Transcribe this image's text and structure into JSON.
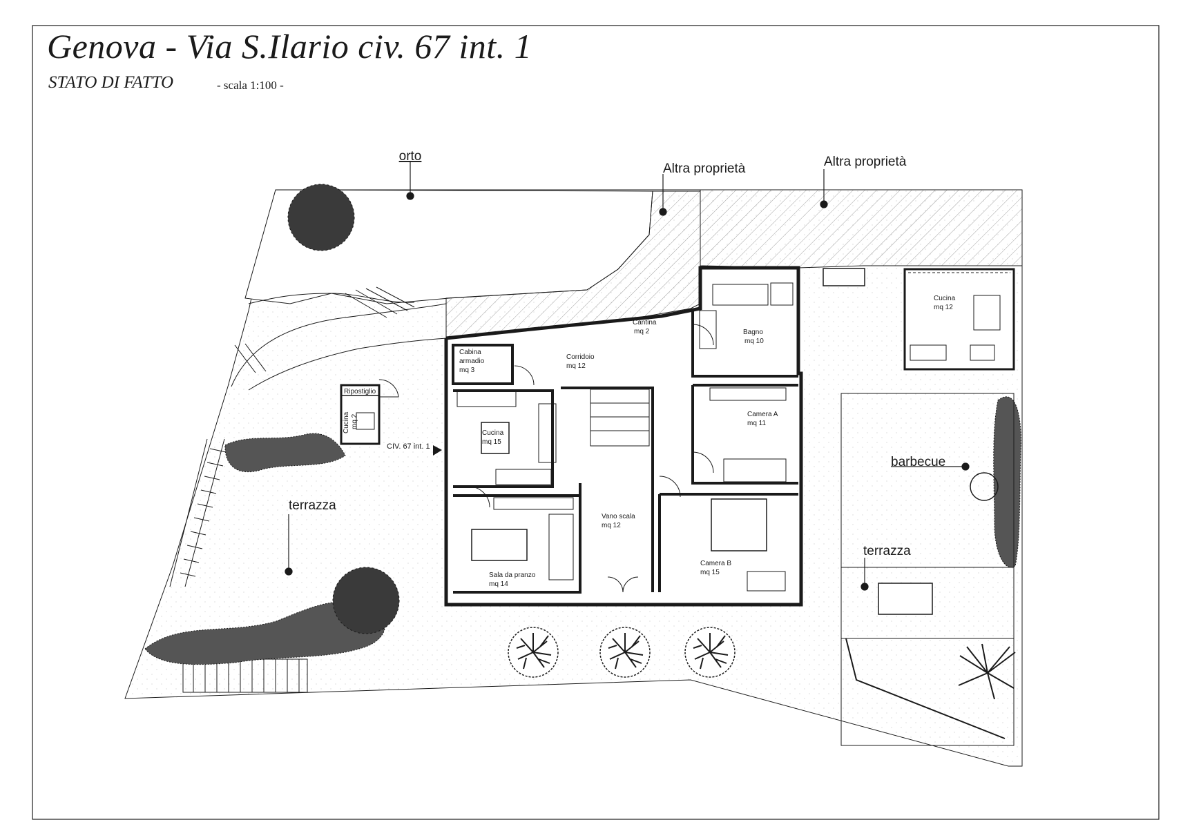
{
  "header": {
    "title": "Genova - Via S.Ilario civ. 67 int. 1",
    "subtitle": "STATO DI FATTO",
    "scale": "- scala 1:100 -"
  },
  "exterior": {
    "orto": "orto",
    "altra_proprieta_1": "Altra proprietà",
    "altra_proprieta_2": "Altra proprietà",
    "terrazza_left": "terrazza",
    "terrazza_right": "terrazza",
    "barbecue": "barbecue",
    "entrance": "CIV. 67 int. 1"
  },
  "rooms": {
    "cantina": {
      "name": "Cantina",
      "area": "mq 2"
    },
    "cabina": {
      "name_1": "Cabina",
      "name_2": "armadio",
      "area": "mq 3"
    },
    "corridoio": {
      "name": "Corridoio",
      "area": "mq 12"
    },
    "bagno": {
      "name": "Bagno",
      "area": "mq 10"
    },
    "cucina_main": {
      "name": "Cucina",
      "area": "mq 15"
    },
    "camera_a": {
      "name": "Camera A",
      "area": "mq 11"
    },
    "vano_scala": {
      "name": "Vano scala",
      "area": "mq 12"
    },
    "sala_pranzo": {
      "name": "Sala da pranzo",
      "area": "mq 14"
    },
    "camera_b": {
      "name": "Camera B",
      "area": "mq 15"
    },
    "ripostiglio": {
      "name": "Ripostiglio"
    },
    "cucina_small": {
      "name": "Cucina",
      "area": "mq 2"
    },
    "cucina_annex": {
      "name": "Cucina",
      "area": "mq 12"
    }
  },
  "colors": {
    "line": "#1a1a1a",
    "hatch": "#9a9a9a",
    "paper": "#ffffff"
  }
}
